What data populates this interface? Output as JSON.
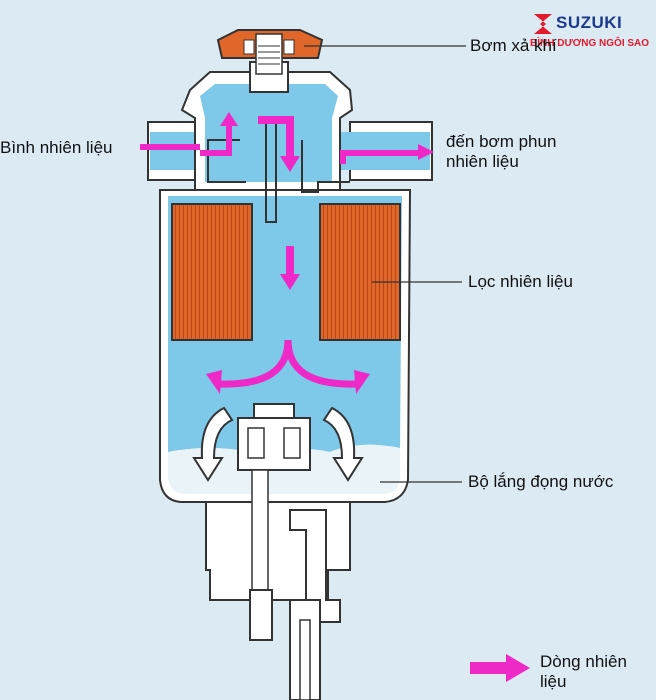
{
  "labels": {
    "bleed_pump": "Bơm xả khí",
    "fuel_tank": "Bình nhiên liệu",
    "to_injection_pump_line1": "đến bơm phun",
    "to_injection_pump_line2": "nhiên liệu",
    "fuel_filter": "Lọc nhiên liệu",
    "water_separator": "Bộ lắng đọng nước",
    "legend_line1": "Dòng nhiên",
    "legend_line2": "liệu"
  },
  "logo": {
    "brand": "SUZUKI",
    "dealer": "BÌNH DƯƠNG NGÔI SAO"
  },
  "colors": {
    "background": "#dcebf3",
    "fuel": "#7ec8ea",
    "filter": "#e0662a",
    "bleed_cap": "#e0662a",
    "flow_arrow": "#ee29c8",
    "outline": "#333333",
    "housing": "#ffffff",
    "water": "#eaf4f8"
  }
}
